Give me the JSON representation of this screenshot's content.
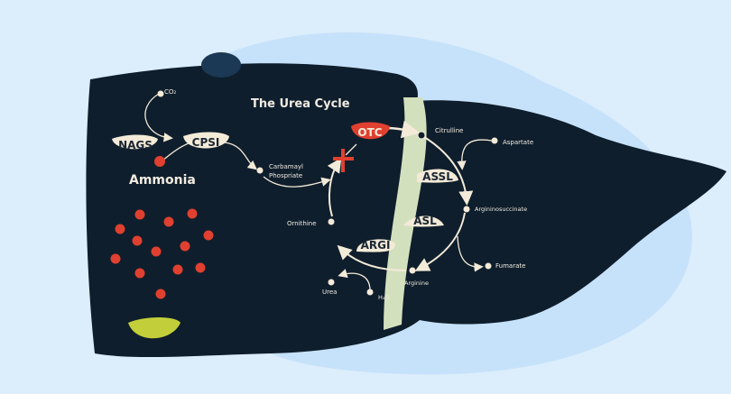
{
  "title": "The Urea Cycle",
  "labels": {
    "co2": "CO₂",
    "ammonia": "Ammonia",
    "carbamoyl_1": "Carbamayl",
    "carbamoyl_2": "Phospriate",
    "citrulline": "Citrulline",
    "aspartate": "Aspartate",
    "argininosuccinate": "Argininosuccinate",
    "fumarate": "Fumarate",
    "arginine": "Arginine",
    "ornithine": "Ornithine",
    "urea": "Urea",
    "water": "H₂O"
  },
  "enzymes": {
    "nags": "NAGS",
    "cpsi": "CPSI",
    "otc": "OTC",
    "assl": "ASSL",
    "asl": "ASL",
    "argi": "ARGI"
  },
  "colors": {
    "background": "#dcedfb",
    "liver": "#0f1e2c",
    "band": "#d3e0bd",
    "cream": "#f3ead8",
    "red": "#e0402f",
    "gallbladder": "#c3cf3a"
  }
}
